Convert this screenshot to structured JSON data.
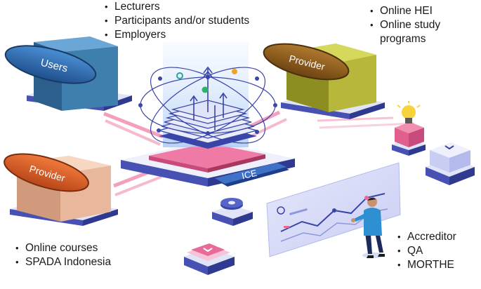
{
  "top_list": [
    "Lecturers",
    "Participants and/or students",
    "Employers"
  ],
  "right_list": [
    "Online HEI",
    "Online study",
    "programs"
  ],
  "left_list": [
    "Online courses",
    "SPADA Indonesia"
  ],
  "bottom_list": [
    "Accreditor",
    "QA",
    "MORTHE"
  ],
  "labels": {
    "users": "Users",
    "provider_right": "Provider",
    "provider_left": "Provider",
    "center": "ICE"
  },
  "colors": {
    "users_box": "#3f7fae",
    "provider_right_box": "#b7b83b",
    "provider_left_box": "#e9b79c",
    "pink_connector": "#f08fb0",
    "platform_blue": "#3a45a8",
    "oval_blue": "#2f6fb2",
    "oval_orange": "#d95d28",
    "oval_brown": "#8a5a1e"
  }
}
